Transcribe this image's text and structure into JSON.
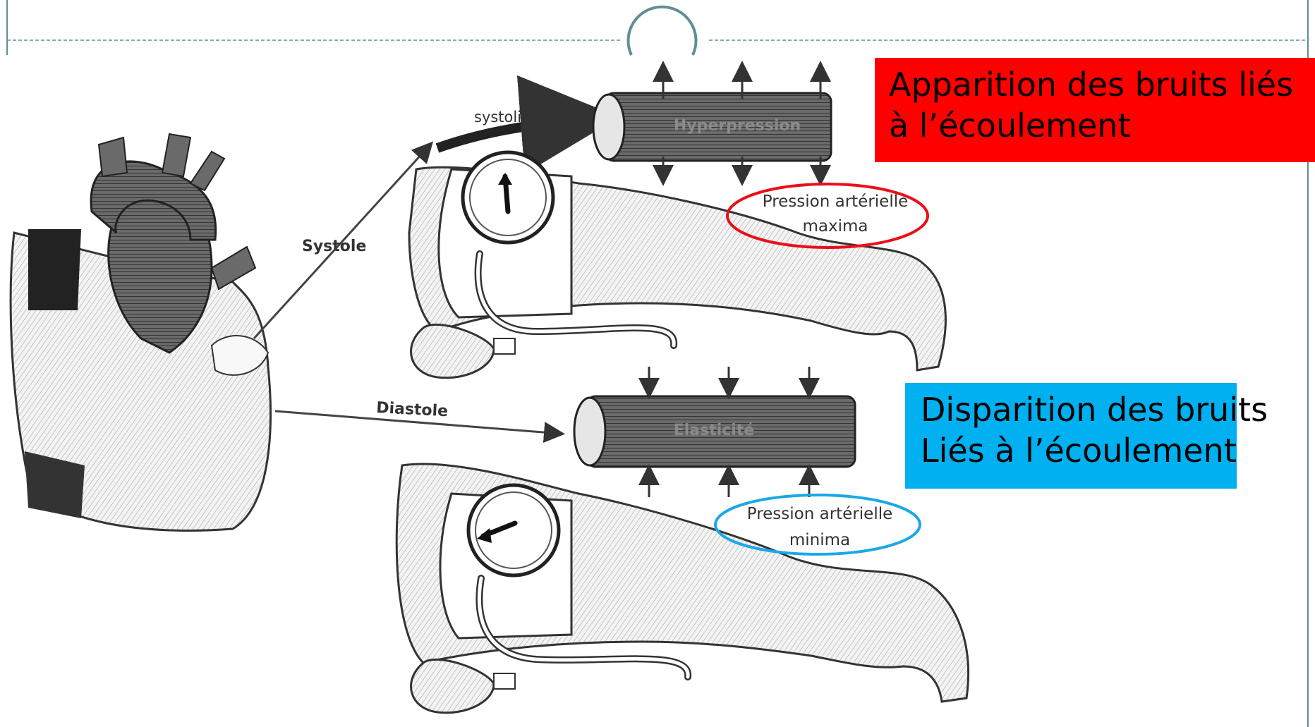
{
  "colors": {
    "red_box": "#ff0000",
    "blue_box": "#00b0f0",
    "red_ellipse": "#e8101a",
    "blue_ellipse": "#1aa8e8",
    "frame_line": "#5f8f95",
    "drawing_ink": "#333333",
    "vessel_fill": "#5a5a5a",
    "skin_fill": "#efefef"
  },
  "callouts": {
    "systolic": {
      "line1": "Apparition des bruits liés",
      "line2": "à l’écoulement"
    },
    "diastolic": {
      "line1": "Disparition des bruits",
      "line2": "Liés à l’écoulement"
    }
  },
  "illustration": {
    "systole_label": "Systole",
    "diastole_label": "Diastole",
    "systolique_label": "systolique",
    "hyperpression_label": "Hyperpression",
    "elasticite_label": "Elasticité",
    "max_pressure": {
      "line1": "Pression artérielle",
      "line2": "maxima"
    },
    "min_pressure": {
      "line1": "Pression artérielle",
      "line2": "minima"
    }
  },
  "icons": {
    "slide_ornament": "circle-ornament-icon",
    "heart": "heart-illustration",
    "cuff_gauge": "sphygmomanometer-icon"
  }
}
